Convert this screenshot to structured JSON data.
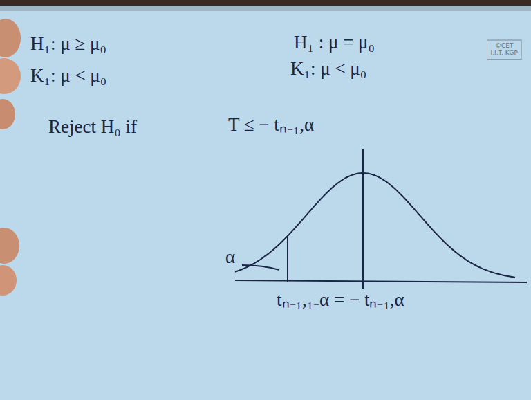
{
  "diagram": {
    "labels": [
      "H₁: μ ≥ μ₀",
      "K₁: μ < μ₀",
      "H₁ : μ = μ₀",
      "K₁: μ < μ₀",
      "Reject H₀ if",
      "T ≤ − tₙ₋₁,α",
      "α",
      "tₙ₋₁,₁₋α = − tₙ₋₁,α",
      "©CET",
      "I.I.T. KGP"
    ]
  }
}
